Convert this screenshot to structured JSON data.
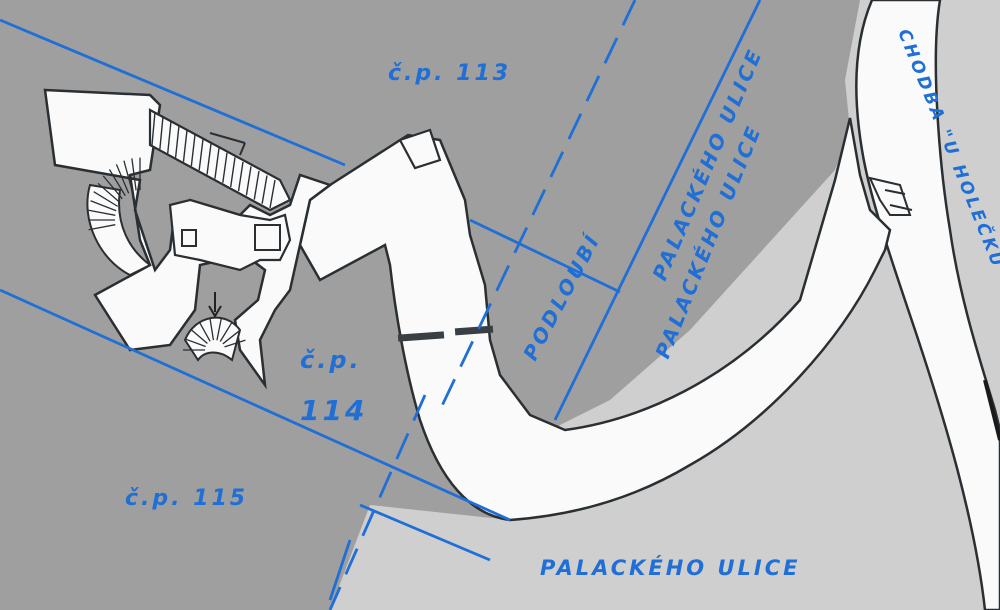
{
  "map": {
    "labels": {
      "cp113": "č.p. 113",
      "cp114_prefix": "č.p.",
      "cp114_number": "114",
      "cp115": "č.p. 115",
      "podloubi": "PODLOUBÍ",
      "palackeho_upper": "PALACKÉHO ULICE",
      "palackeho_diagonal": "PALACKÉHO ULICE",
      "palackeho_bottom": "PALACKÉHO ULICE",
      "chodba": "CHODBA \"U HOLEČKŮ\""
    },
    "icons": {
      "direction_arrow": "arrow-down-icon"
    },
    "colors": {
      "ink_blue": "#1f6fd6",
      "building_gray": "#9f9f9f",
      "street_gray": "#cfcfcf",
      "passage_white": "#fafafa",
      "outline": "#2a2f33"
    }
  }
}
